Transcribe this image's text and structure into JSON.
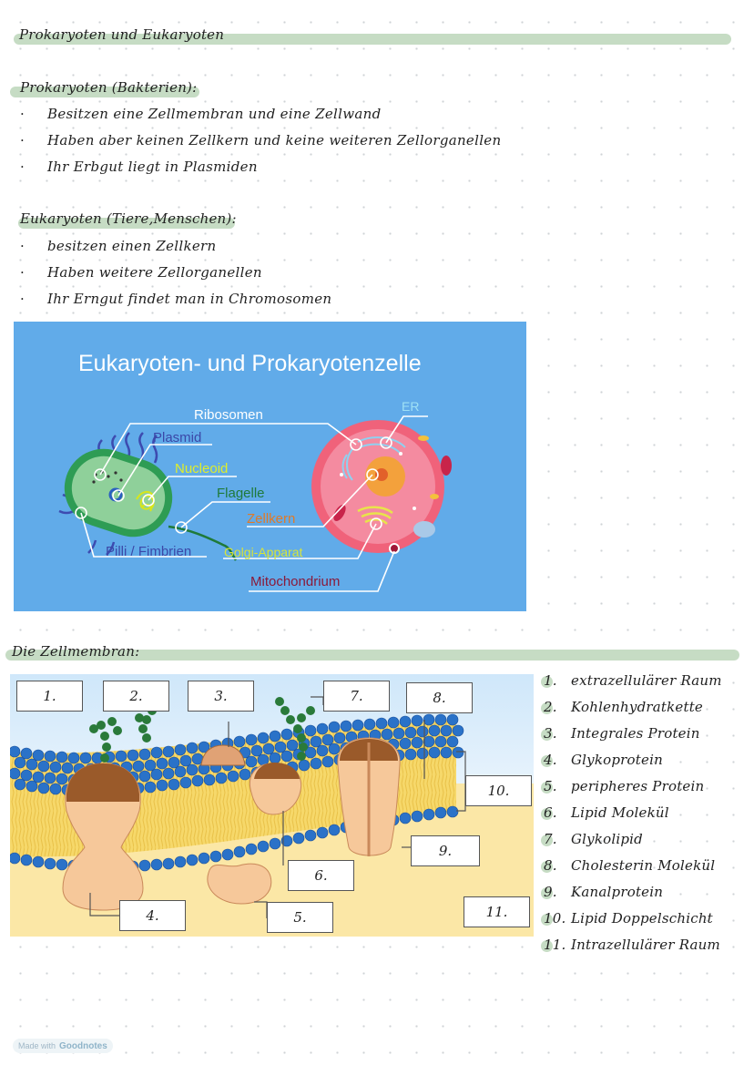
{
  "page_title": "Prokaryoten und Eukaryoten",
  "prokaryotes": {
    "heading": "Prokaryoten (Bakterien):",
    "items": [
      "Besitzen eine Zellmembran und eine Zellwand",
      "Haben aber keinen Zellkern und keine weiteren Zellorganellen",
      "Ihr Erbgut liegt in Plasmiden"
    ]
  },
  "eukaryotes": {
    "heading": "Eukaryoten (Tiere,Menschen):",
    "items": [
      "besitzen einen Zellkern",
      "Haben weitere Zellorganellen",
      "Ihr Erngut findet man in Chromosomen"
    ]
  },
  "bullet_glyph": "·",
  "cell_diagram": {
    "title": "Eukaryoten- und Prokaryotenzelle",
    "labels": {
      "ribosomen": "Ribosomen",
      "er": "ER",
      "plasmid": "Plasmid",
      "nucleoid": "Nucleoid",
      "flagelle": "Flagelle",
      "zellkern": "Zellkern",
      "pilli": "Pilli / Fimbrien",
      "golgi": "Golgi-Apparat",
      "mitochondrium": "Mitochondrium"
    }
  },
  "membrane": {
    "heading": "Die Zellmembran:",
    "boxes": [
      "1.",
      "2.",
      "3.",
      "7.",
      "8.",
      "10.",
      "9.",
      "6.",
      "4.",
      "5.",
      "11."
    ],
    "legend": [
      {
        "num": "1.",
        "text": "extrazellulärer Raum"
      },
      {
        "num": "2.",
        "text": "Kohlenhydratkette"
      },
      {
        "num": "3.",
        "text": "Integrales Protein"
      },
      {
        "num": "4.",
        "text": "Glykoprotein"
      },
      {
        "num": "5.",
        "text": "peripheres Protein"
      },
      {
        "num": "6.",
        "text": "Lipid Molekül"
      },
      {
        "num": "7.",
        "text": "Glykolipid"
      },
      {
        "num": "8.",
        "text": "Cholesterin Molekül"
      },
      {
        "num": "9.",
        "text": "Kanalprotein"
      },
      {
        "num": "10.",
        "text": "Lipid Doppelschicht"
      },
      {
        "num": "11.",
        "text": "Intrazellulärer Raum"
      }
    ]
  },
  "footer": {
    "made_with": "Made with",
    "brand": "Goodnotes"
  },
  "colors": {
    "highlight": "#c6dcc4",
    "diagram_bg": "#61abe9",
    "membrane_blue": "#2a72c8",
    "protein": "#f6c89a"
  }
}
